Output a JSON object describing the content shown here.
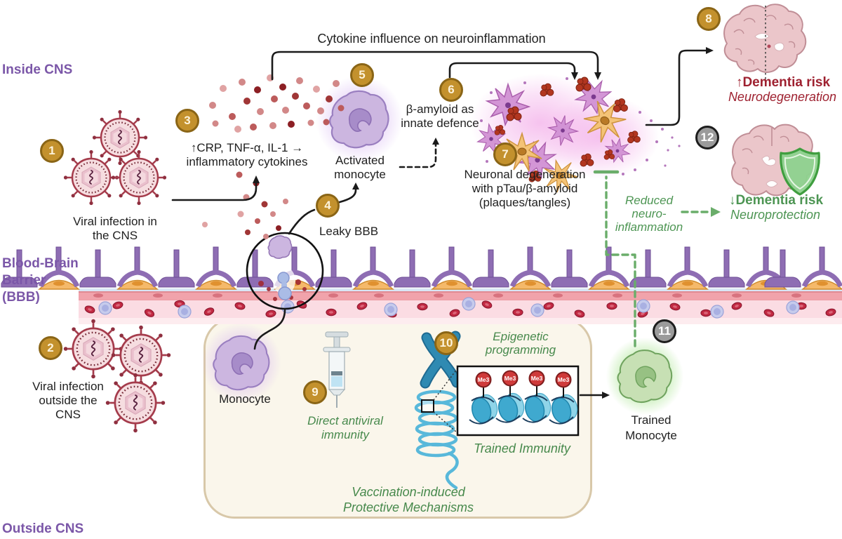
{
  "regions": {
    "inside_cns": "Inside CNS",
    "outside_cns": "Outside CNS",
    "bbb": [
      "Blood-Brain",
      "Barrier",
      "(BBB)"
    ]
  },
  "title_top": "Cytokine influence on neuroinflammation",
  "badges": {
    "b1": "1",
    "b2": "2",
    "b3": "3",
    "b4": "4",
    "b5": "5",
    "b6": "6",
    "b7": "7",
    "b8": "8",
    "b9": "9",
    "b10": "10",
    "b11": "11",
    "b12": "12"
  },
  "labels": {
    "viral_in": [
      "Viral infection in",
      "the CNS"
    ],
    "viral_out": [
      "Viral infection",
      "outside the",
      "CNS"
    ],
    "cytokines": [
      "↑CRP, TNF-α, IL-1 →",
      "inflammatory cytokines"
    ],
    "activated_monocyte": [
      "Activated",
      "monocyte"
    ],
    "leaky_bbb": "Leaky BBB",
    "beta_amyloid": [
      "β-amyloid as",
      "innate defence"
    ],
    "neuronal_degeneration": [
      "Neuronal degeneration",
      "with pTau/β-amyloid",
      "(plaques/tangles)"
    ],
    "dementia_up": "↑Dementia risk",
    "neurodegeneration": "Neurodegeneration",
    "dementia_down": "↓Dementia risk",
    "neuroprotection": "Neuroprotection",
    "reduced": [
      "Reduced",
      "neuro-",
      "inflammation"
    ],
    "monocyte": "Monocyte",
    "direct_antiviral": [
      "Direct antiviral",
      "immunity"
    ],
    "epigenetic": [
      "Epigenetic",
      "programming"
    ],
    "trained_immunity": "Trained Immunity",
    "vaccination": [
      "Vaccination-induced",
      "Protective Mechanisms"
    ],
    "trained_monocyte": [
      "Trained",
      "Monocyte"
    ],
    "me3": "Me3"
  },
  "icons": [
    "virus-icon",
    "monocyte-icon",
    "trained-monocyte-icon",
    "syringe-icon",
    "chromosome-icon",
    "nucleosome-icon",
    "brain-icon",
    "shield-icon",
    "bbb-icon",
    "cytokine-dots-icon"
  ],
  "colors": {
    "badge_gold": "#c3912d",
    "badge_gray": "#9b9b9b",
    "purple_label": "#7b57a8",
    "green_text": "#47894c",
    "green_accent": "#6aad6a",
    "dark_red_text": "#9e2130",
    "arrow_black": "#1a1a1a",
    "panel_bg": "#faf6eb"
  }
}
